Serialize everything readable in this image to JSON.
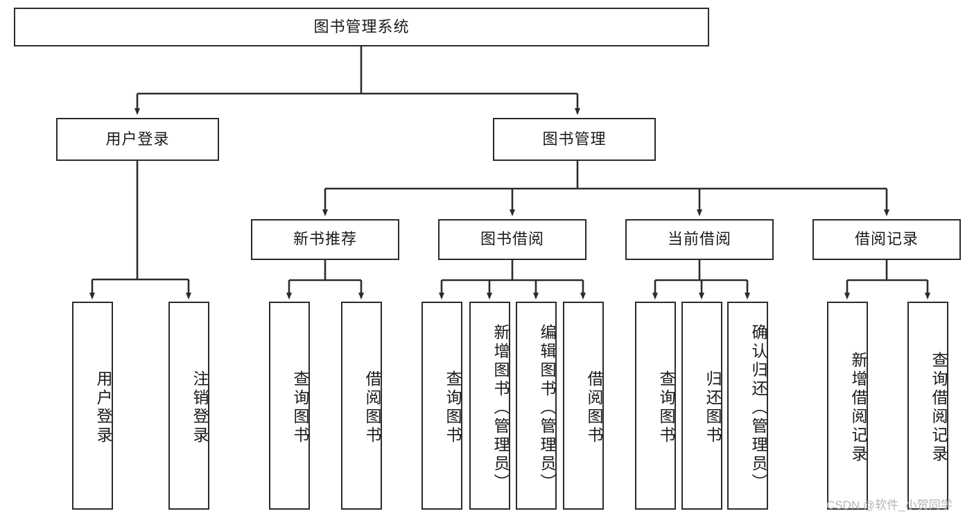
{
  "diagram": {
    "title": "图书管理系统",
    "watermark": "CSDN @软件_小贺同学",
    "stroke_color": "#2b2b2b",
    "fill_color": "#ffffff",
    "text_color": "#1a1a1a",
    "watermark_color": "#b4b4b4",
    "root": {
      "label": "图书管理系统"
    },
    "level2": [
      {
        "label": "用户登录"
      },
      {
        "label": "图书管理"
      }
    ],
    "level3": [
      {
        "label": "新书推荐"
      },
      {
        "label": "图书借阅"
      },
      {
        "label": "当前借阅"
      },
      {
        "label": "借阅记录"
      }
    ],
    "leaves": {
      "user_login": [
        {
          "label": "用户登录"
        },
        {
          "label": "注销登录"
        }
      ],
      "new_book_recommend": [
        {
          "label": "查询图书"
        },
        {
          "label": "借阅图书"
        }
      ],
      "book_borrow": [
        {
          "label": "查询图书"
        },
        {
          "label": "新增图书（管理员）"
        },
        {
          "label": "编辑图书（管理员）"
        },
        {
          "label": "借阅图书"
        }
      ],
      "current_borrow": [
        {
          "label": "查询图书"
        },
        {
          "label": "归还图书"
        },
        {
          "label": "确认归还（管理员）"
        }
      ],
      "borrow_record": [
        {
          "label": "新增借阅记录"
        },
        {
          "label": "查询借阅记录"
        }
      ]
    }
  }
}
